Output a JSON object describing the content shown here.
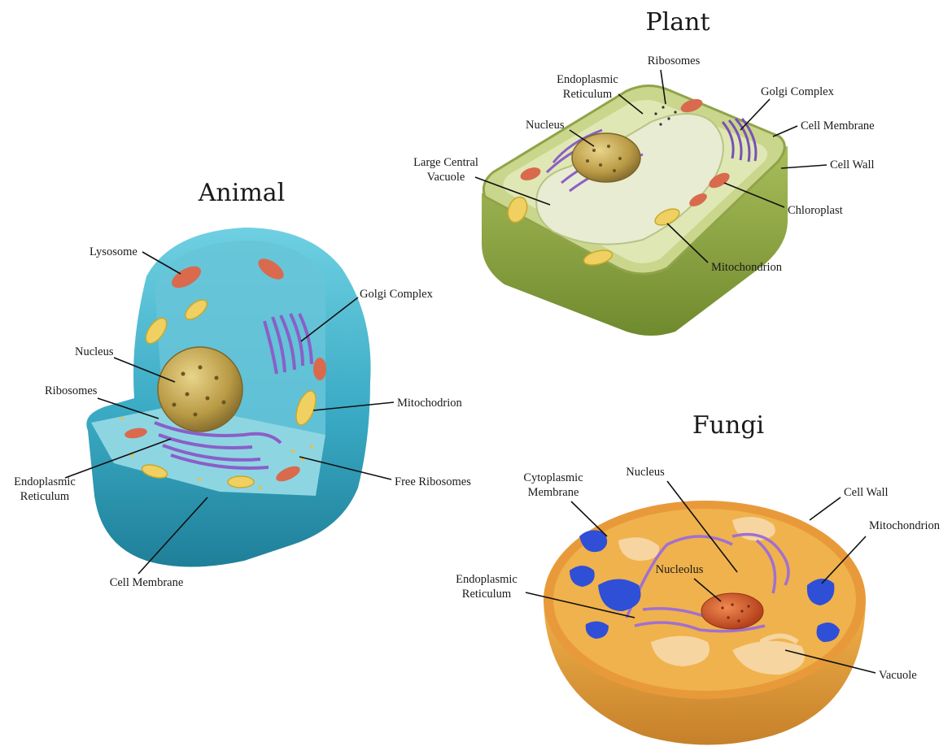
{
  "titles": {
    "plant": "Plant",
    "animal": "Animal",
    "fungi": "Fungi"
  },
  "plant": {
    "labels": {
      "ribosomes": "Ribosomes",
      "er_line1": "Endoplasmic",
      "er_line2": "Reticulum",
      "golgi": "Golgi Complex",
      "nucleus": "Nucleus",
      "cell_membrane": "Cell Membrane",
      "vacuole_line1": "Large Central",
      "vacuole_line2": "Vacuole",
      "cell_wall": "Cell Wall",
      "chloroplast": "Chloroplast",
      "mitochondrion": "Mitochondrion"
    }
  },
  "animal": {
    "labels": {
      "lysosome": "Lysosome",
      "golgi": "Golgi Complex",
      "nucleus": "Nucleus",
      "ribosomes": "Ribosomes",
      "mitochondrion": "Mitochodrion",
      "er_line1": "Endoplasmic",
      "er_line2": "Reticulum",
      "free_ribosomes": "Free Ribosomes",
      "cell_membrane": "Cell Membrane"
    }
  },
  "fungi": {
    "labels": {
      "cyto_line1": "Cytoplasmic",
      "cyto_line2": "Membrane",
      "nucleus": "Nucleus",
      "cell_wall": "Cell Wall",
      "mitochondrion": "Mitochondrion",
      "nucleolus": "Nucleolus",
      "er_line1": "Endoplasmic",
      "er_line2": "Reticulum",
      "vacuole": "Vacuole"
    }
  },
  "colors": {
    "animal_cyan": "#3aaac4",
    "plant_green": "#9bb04e",
    "fungi_orange": "#e0a03c",
    "mito_yellow": "#f0d060",
    "golgi_purple": "#8a5fc8",
    "lysosome_red": "#d96a4e",
    "fungi_mito_blue": "#2f4fd6"
  }
}
